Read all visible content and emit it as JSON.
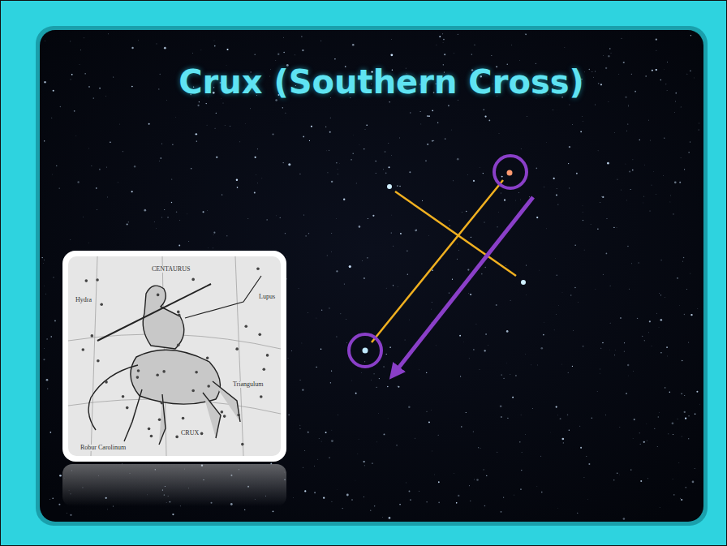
{
  "diagram": {
    "title": "Crux (Southern Cross)",
    "labels": [
      "CENTAURUS",
      "Hydra",
      "Lupus",
      "Triangulum",
      "CRUX",
      "Robur Carolinum"
    ]
  }
}
